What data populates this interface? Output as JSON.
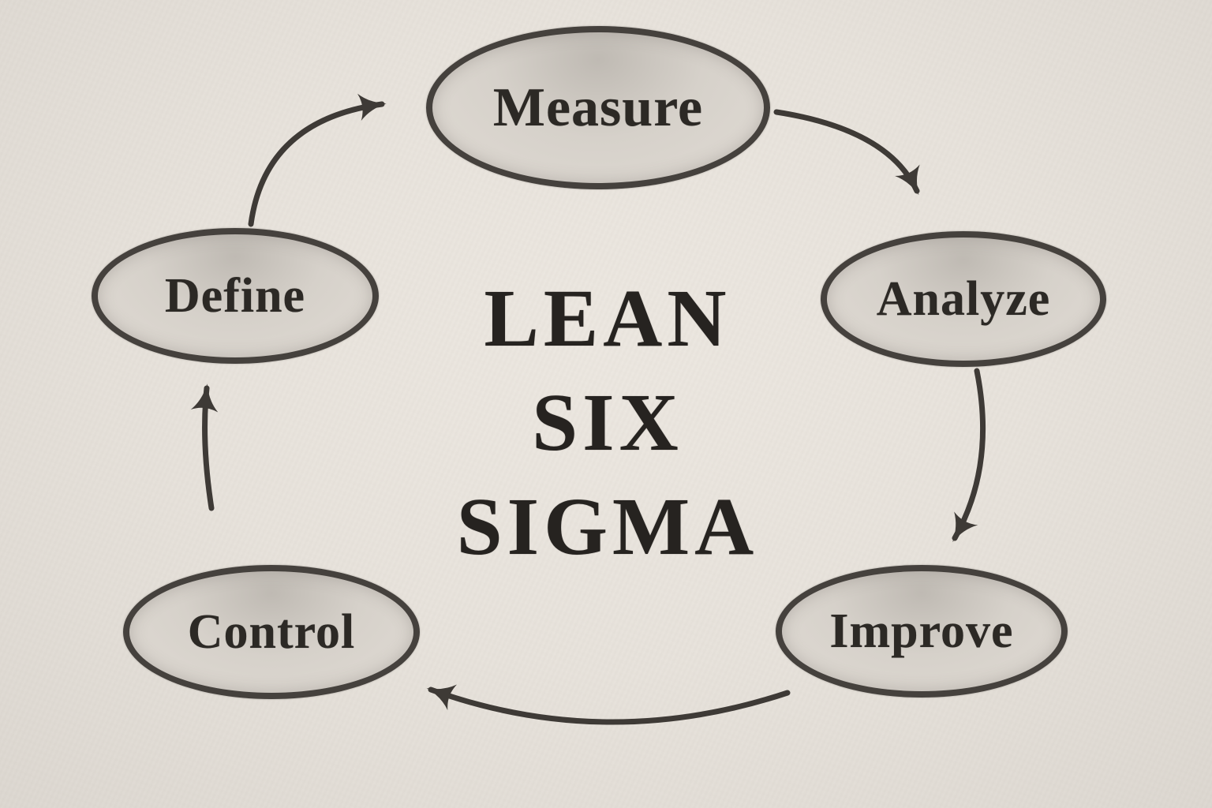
{
  "diagram": {
    "center_title": {
      "line1": "LEAN",
      "line2": "SIX",
      "line3": "SIGMA"
    },
    "nodes": [
      {
        "id": "measure",
        "label": "Measure"
      },
      {
        "id": "analyze",
        "label": "Analyze"
      },
      {
        "id": "improve",
        "label": "Improve"
      },
      {
        "id": "control",
        "label": "Control"
      },
      {
        "id": "define",
        "label": "Define"
      }
    ],
    "flow": [
      "Define",
      "Measure",
      "Analyze",
      "Improve",
      "Control"
    ],
    "colors": {
      "background": "#e7e2db",
      "ink": "#3e3a36",
      "node_fill": "#d6d1ca",
      "node_border": "#45413d",
      "text": "#2c2925"
    }
  }
}
